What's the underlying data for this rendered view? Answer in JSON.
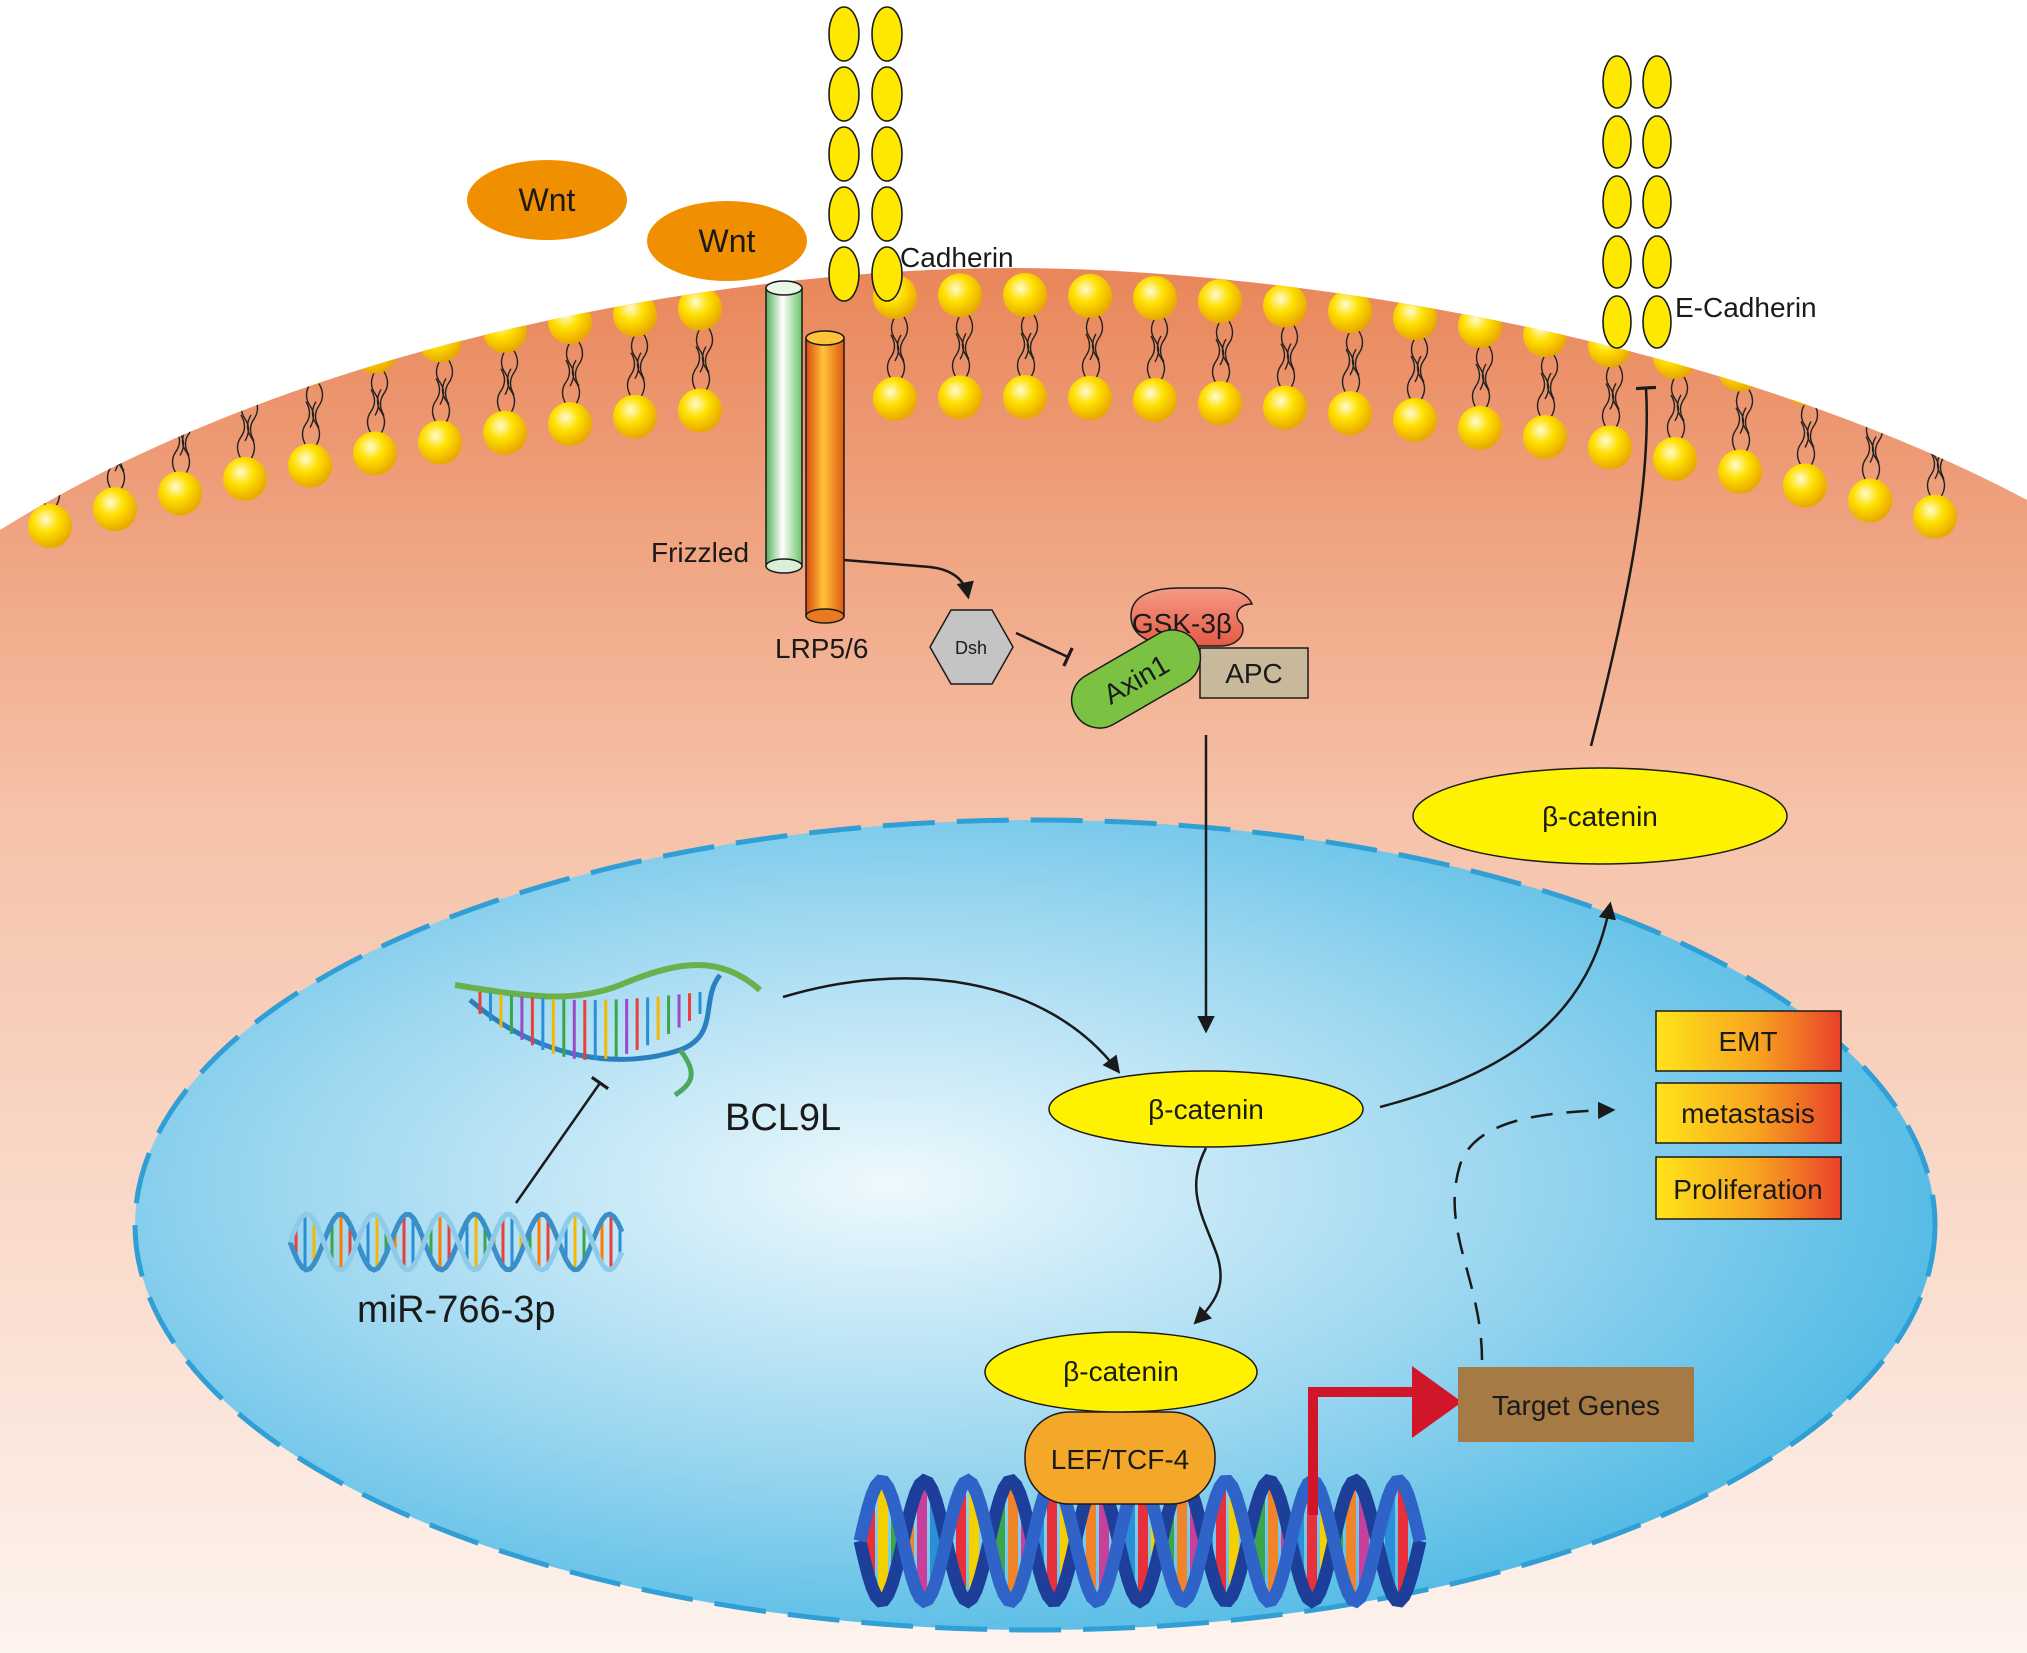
{
  "labels": {
    "wnt_1": "Wnt",
    "wnt_2": "Wnt",
    "cadherin": "Cadherin",
    "e_cadherin": "E-Cadherin",
    "frizzled": "Frizzled",
    "lrp": "LRP5/6",
    "dsh": "Dsh",
    "gsk": "GSK-3β",
    "axin": "Axin1",
    "apc": "APC",
    "beta_catenin_cytoplasm": "β-catenin",
    "beta_catenin_nucleus": "β-catenin",
    "beta_catenin_dna": "β-catenin",
    "lef_tcf": "LEF/TCF-4",
    "target_genes": "Target Genes",
    "bcl9l": "BCL9L",
    "mirna": "miR-766-3p",
    "emt": "EMT",
    "metastasis": "metastasis",
    "proliferation": "Proliferation"
  },
  "colors": {
    "membrane_top": "#e9865a",
    "cytoplasm_bottom": "#fdf3ee",
    "nucleus_center": "#e8f6fc",
    "nucleus_edge": "#5bbfe6",
    "nuclear_envelope": "#2f9fd6",
    "lipid_head": "#f5d000",
    "wnt": "#f09000",
    "cadherin": "#ffe800",
    "beta_catenin": "#fff200",
    "lef_tcf": "#f3a82a",
    "target_genes": "#a57a45",
    "apc": "#c8b99a",
    "axin": "#7cc242",
    "gsk": "#ec6d5a",
    "dsh": "#c4c4c4",
    "promoter_arrow": "#d2162a",
    "outcome_start": "#ffe41a",
    "outcome_end": "#e8402a"
  }
}
